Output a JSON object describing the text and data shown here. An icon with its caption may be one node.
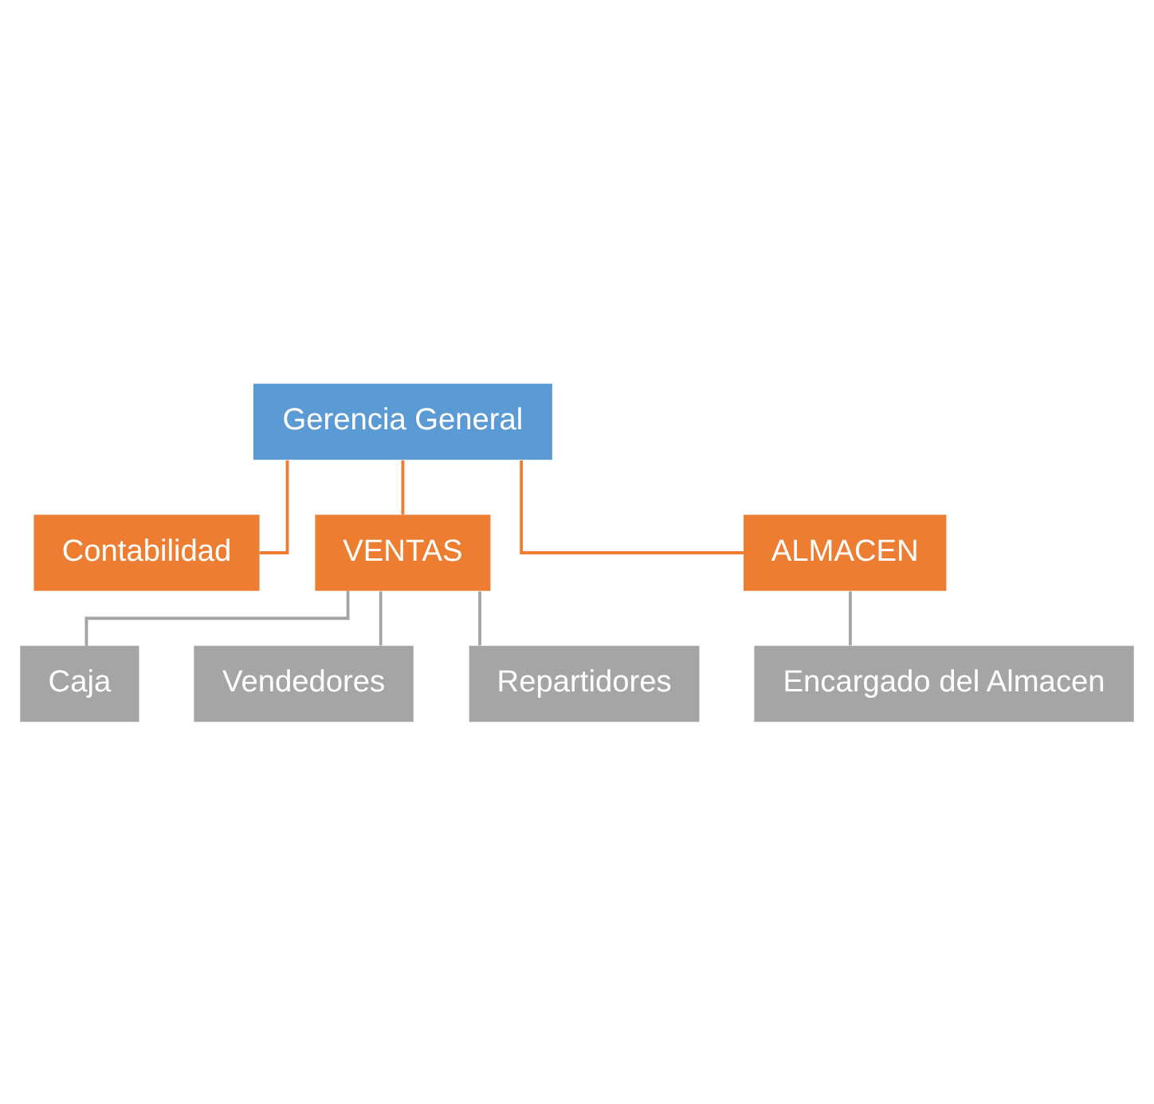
{
  "diagram": {
    "nodes": [
      {
        "text": [
          "Gerencia General"
        ]
      },
      {
        "text": [
          "Contabilidad"
        ]
      },
      {
        "text": [
          "VENTAS"
        ]
      },
      {
        "text": [
          "ALMACEN"
        ]
      },
      {
        "text": [
          "Caja"
        ]
      },
      {
        "text": [
          "Vendedores"
        ]
      },
      {
        "text": [
          "Repartidores"
        ]
      },
      {
        "text": [
          "Encargado del Almacen"
        ]
      }
    ],
    "edges": [
      {
        "from": 0,
        "to": 1,
        "arrow": "none",
        "color": "#ed7d31"
      },
      {
        "from": 0,
        "to": 2,
        "arrow": "none",
        "color": "#ed7d31"
      },
      {
        "from": 0,
        "to": 3,
        "arrow": "none",
        "color": "#ed7d31"
      },
      {
        "from": 2,
        "to": 4,
        "arrow": "none"
      },
      {
        "from": 2,
        "to": 5,
        "arrow": "none"
      },
      {
        "from": 2,
        "to": 6,
        "arrow": "none"
      },
      {
        "from": 3,
        "to": 7,
        "arrow": "none"
      }
    ]
  }
}
